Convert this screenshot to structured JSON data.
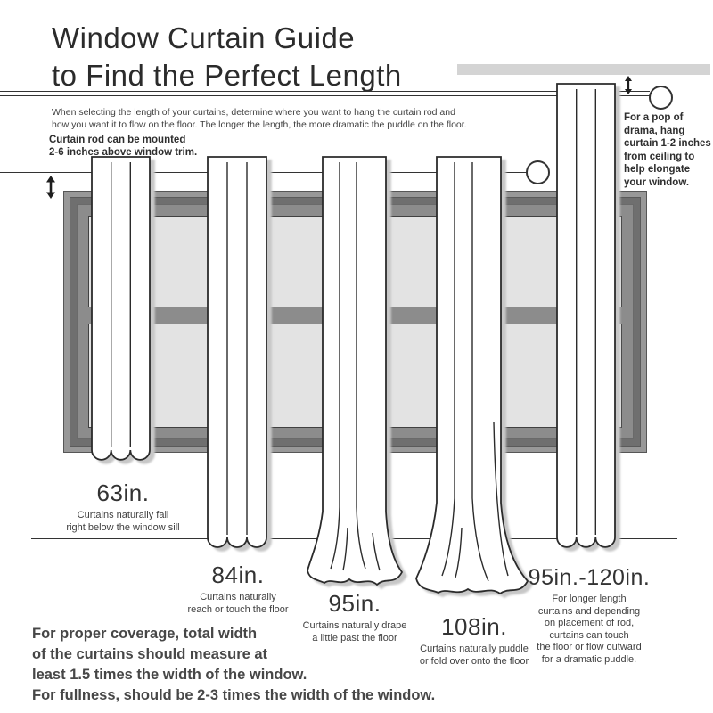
{
  "title": {
    "line1": "Window Curtain Guide",
    "line2": "to Find the Perfect Length"
  },
  "intro": {
    "line1": "When selecting the length of your curtains, determine where you want to hang the curtain rod and",
    "line2": "how you want it to flow on the floor. The longer the length, the more dramatic the puddle on the floor."
  },
  "rod_note": {
    "line1": "Curtain rod can be mounted",
    "line2": "2-6 inches above window trim."
  },
  "ceiling_note": {
    "line1": "For a pop of",
    "line2": "drama, hang",
    "line3": "curtain 1-2 inches",
    "line4": "from ceiling to",
    "line5": "help elongate",
    "line6": "your window."
  },
  "curtains": [
    {
      "length": "63in.",
      "desc": [
        "Curtains naturally fall",
        "right below the window sill"
      ]
    },
    {
      "length": "84in.",
      "desc": [
        "Curtains naturally",
        "reach or touch the floor"
      ]
    },
    {
      "length": "95in.",
      "desc": [
        "Curtains naturally drape",
        "a little past the floor"
      ]
    },
    {
      "length": "108in.",
      "desc": [
        "Curtains naturally puddle",
        "or fold over onto the floor"
      ]
    },
    {
      "length": "95in.-120in.",
      "desc": [
        "For longer length",
        "curtains and depending",
        "on placement of rod,",
        "curtains can touch",
        "the floor or flow outward",
        "for a dramatic puddle."
      ]
    }
  ],
  "footer": {
    "line1": "For proper coverage, total width",
    "line2": "of the curtains should measure at",
    "line3": "least 1.5 times the width of the window.",
    "line4": "For fullness, should be 2-3 times the width of the window."
  },
  "icons": {
    "vertical_range_arrow": "↕"
  },
  "colors": {
    "ceiling_bar": "#d4d4d4",
    "frame_outer": "#989898",
    "frame_dark": "#6f6f6f",
    "frame_mid": "#8c8c8c",
    "glass": "#e3e3e3",
    "curtain_shadow": "#c7c7c7",
    "line_ink": "#333333"
  }
}
